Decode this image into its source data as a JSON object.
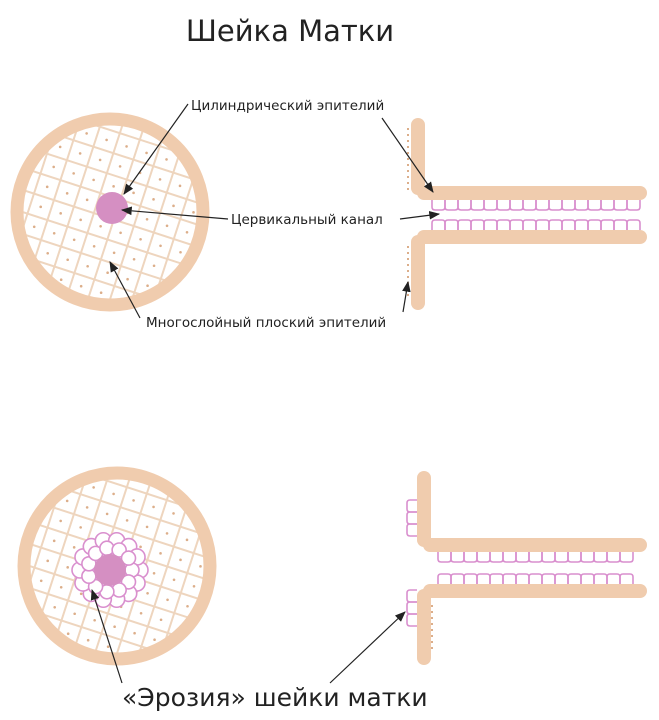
{
  "title": "Шейка Матки",
  "labels": {
    "columnar": "Цилиндрический эпителий",
    "canal": "Цервикальный канал",
    "squamous": "Многослойный плоский эпителий"
  },
  "bottom_caption": "«Эрозия» шейки матки",
  "colors": {
    "tissue": "#f0ccae",
    "tissue_dot": "#dcae8a",
    "mesh": "#eed5be",
    "os": "#d58fc2",
    "cells_stroke": "#d98fce",
    "arrow": "#222222",
    "text": "#222222"
  }
}
